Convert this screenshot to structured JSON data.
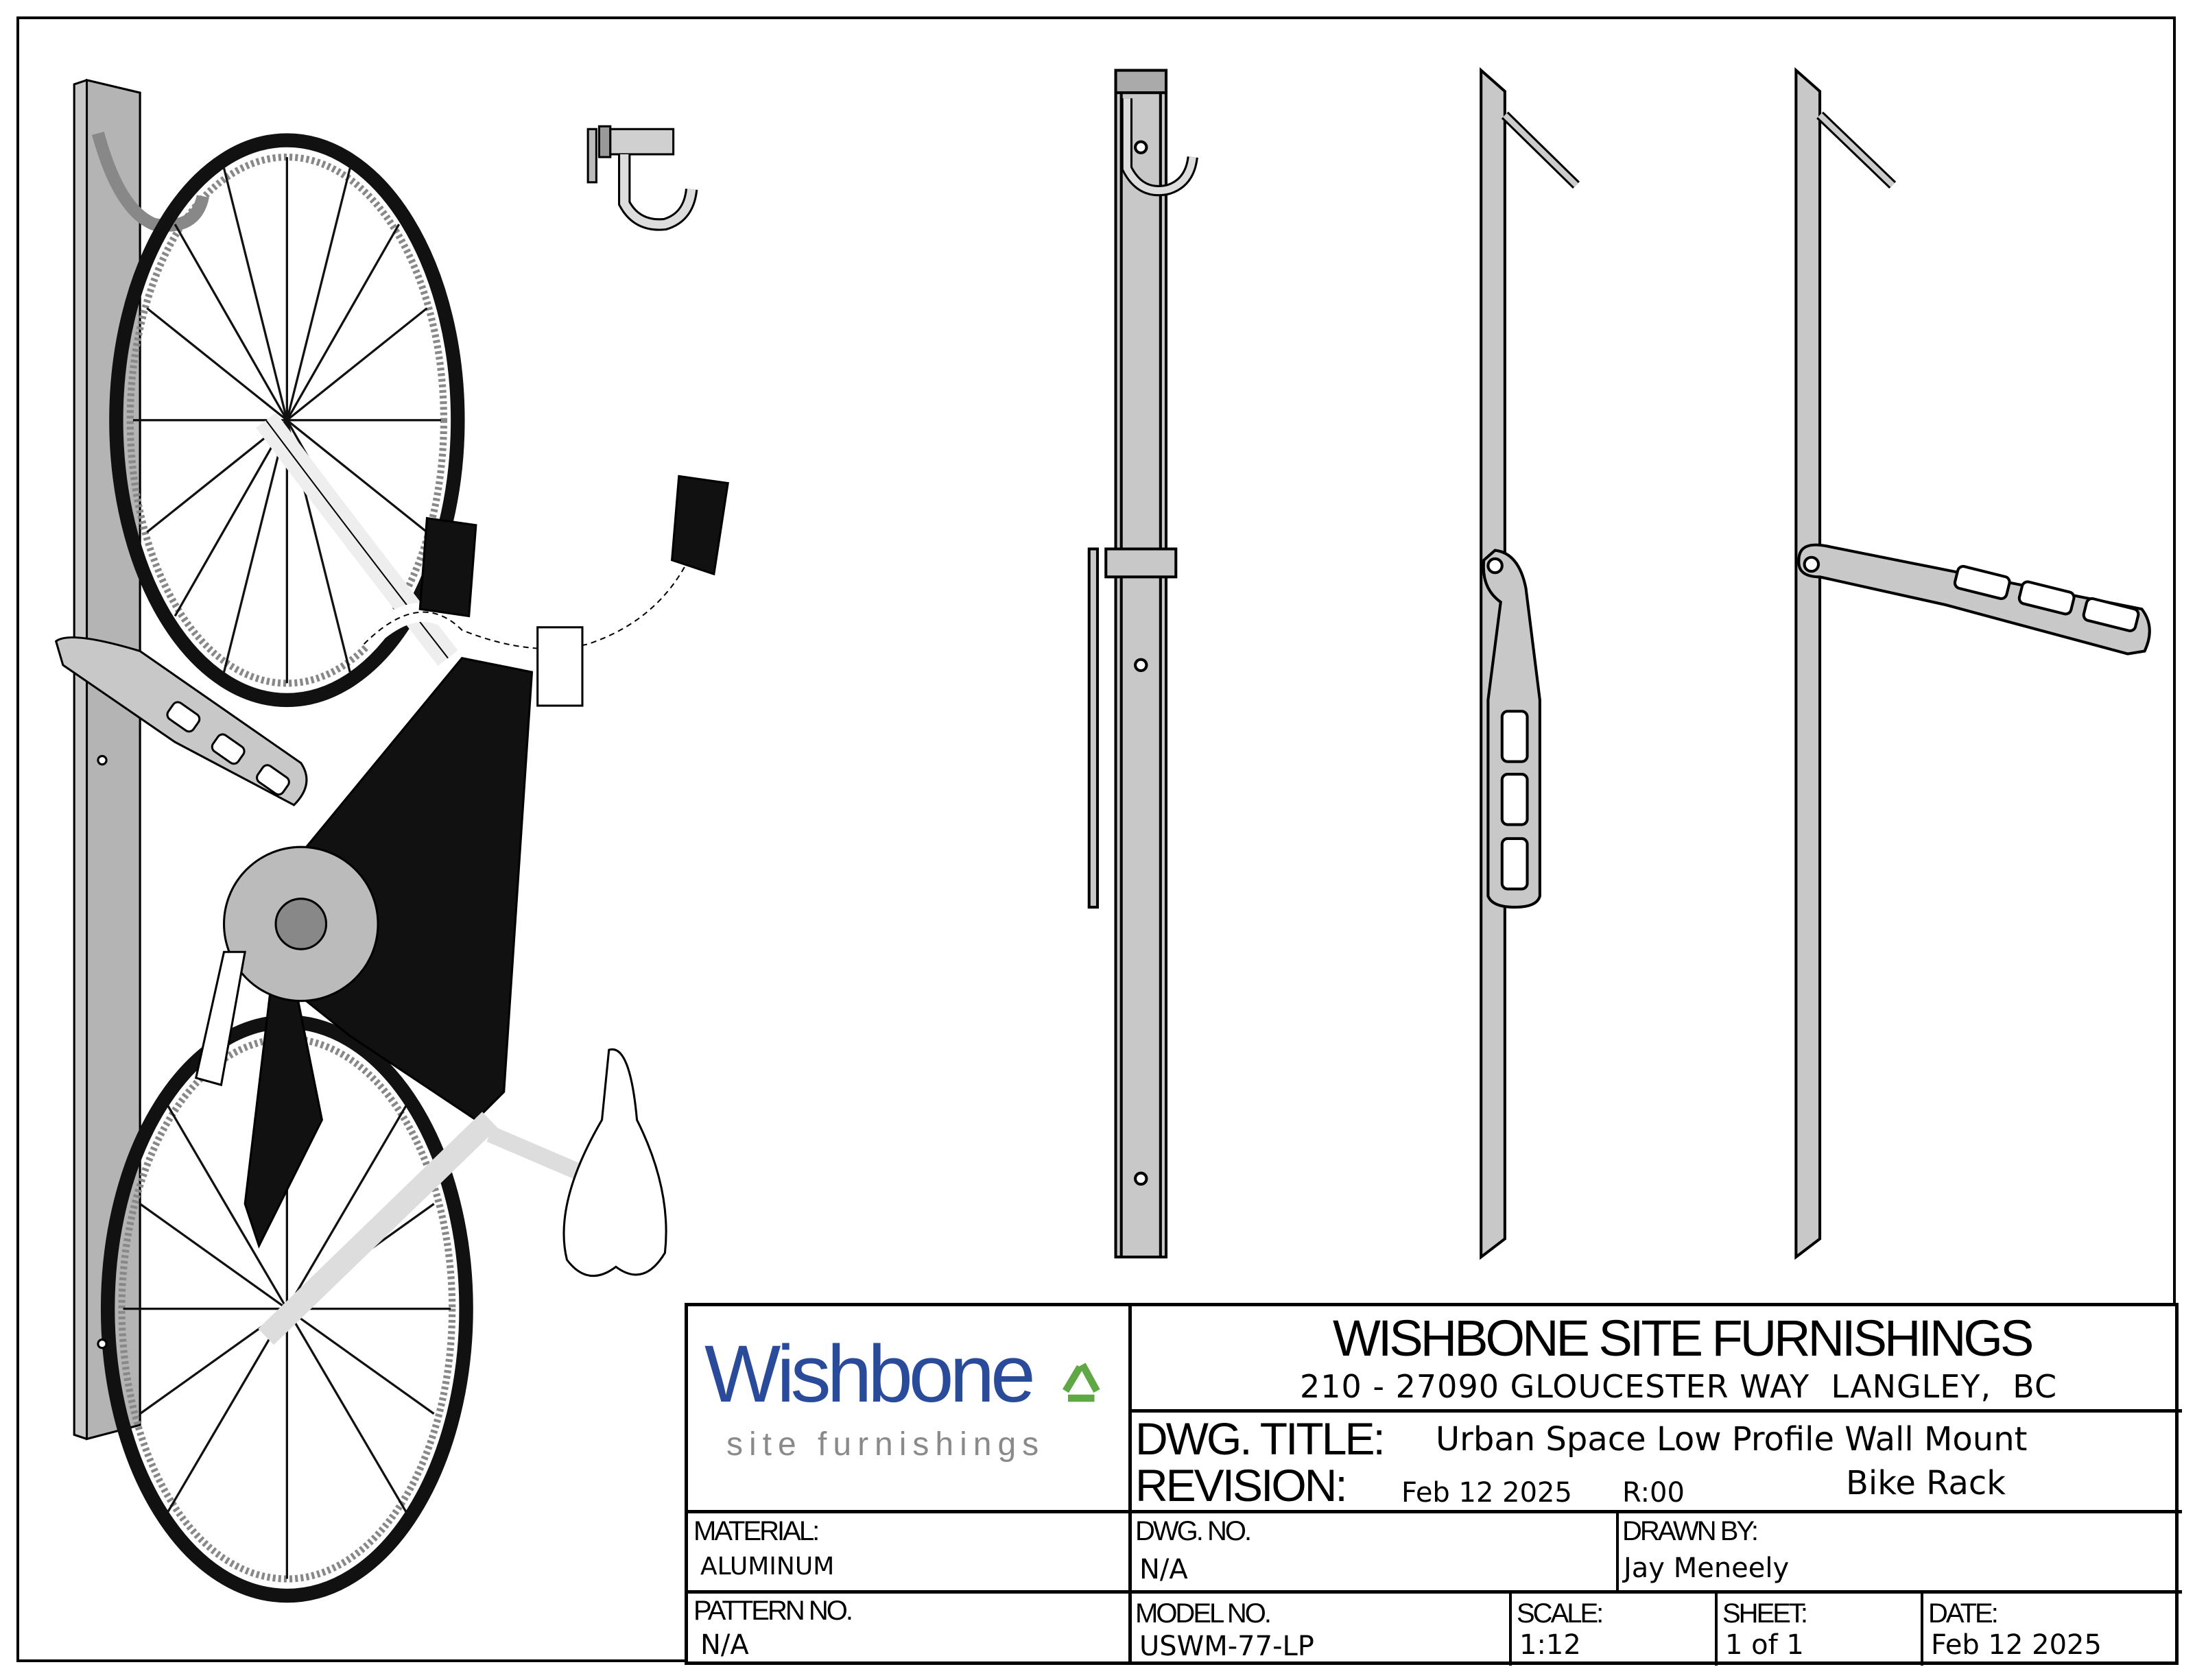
{
  "logo": {
    "name": "Wishbone",
    "tagline": "site furnishings",
    "brand_blue": "#2a4a9a",
    "recycle_green": "#5fa845"
  },
  "company": {
    "name": "WISHBONE SITE FURNISHINGS",
    "address": "210 - 27090 GLOUCESTER WAY  LANGLEY,  BC"
  },
  "title_block": {
    "dwg_title_label": "DWG. TITLE:",
    "dwg_title_line1": "Urban Space Low Profile Wall Mount",
    "dwg_title_line2": "Bike Rack",
    "revision_label": "REVISION:",
    "revision_date": "Feb 12 2025",
    "revision_number": "R:00",
    "material_label": "MATERIAL:",
    "material_value": "ALUMINUM",
    "dwg_no_label": "DWG. NO.",
    "dwg_no_value": "N/A",
    "drawn_by_label": "DRAWN BY:",
    "drawn_by_value": "Jay Meneely",
    "pattern_no_label": "PATTERN NO.",
    "pattern_no_value": "N/A",
    "model_no_label": "MODEL NO.",
    "model_no_value": "USWM-77-LP",
    "scale_label": "SCALE:",
    "scale_value": "1:12",
    "sheet_label": "SHEET:",
    "sheet_value": "1 of 1",
    "date_label": "DATE:",
    "date_value": "Feb 12 2025"
  }
}
